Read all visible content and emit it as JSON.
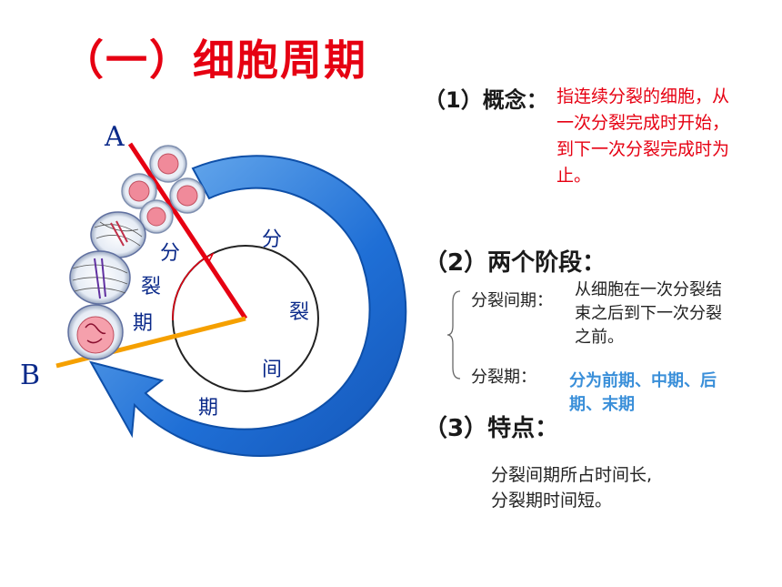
{
  "title": "（一）细胞周期",
  "concept": {
    "heading": "（1）概念：",
    "definition_lines": [
      "指连续分裂的细胞，从",
      "一次分裂完成时开始，",
      "到下一次分裂完成时为",
      "止。"
    ]
  },
  "phases": {
    "heading": "（2）两个阶段：",
    "interphase_label": "分裂间期：",
    "interphase_lines": [
      "从细胞在一次分裂结",
      "束之后到下一次分裂",
      "之前。"
    ],
    "mitosis_label": "分裂期：",
    "mitosis_lines": [
      "分为前期、中期、后",
      "期、末期"
    ]
  },
  "features": {
    "heading": "（3）特点：",
    "lines": [
      "分裂间期所占时间长,",
      "分裂期时间短。"
    ]
  },
  "diagram": {
    "point_a": "A",
    "point_b": "B",
    "mitosis_chars": [
      "分",
      "裂",
      "期"
    ],
    "interphase_chars": [
      "分",
      "裂",
      "间",
      "期"
    ],
    "colors": {
      "arrow_blue": "#1f6fd6",
      "line_red": "#e60012",
      "line_orange": "#f5a000",
      "title_red": "#e60012",
      "label_blue": "#0b2a8a",
      "cell_pink": "#f08a9a"
    }
  }
}
